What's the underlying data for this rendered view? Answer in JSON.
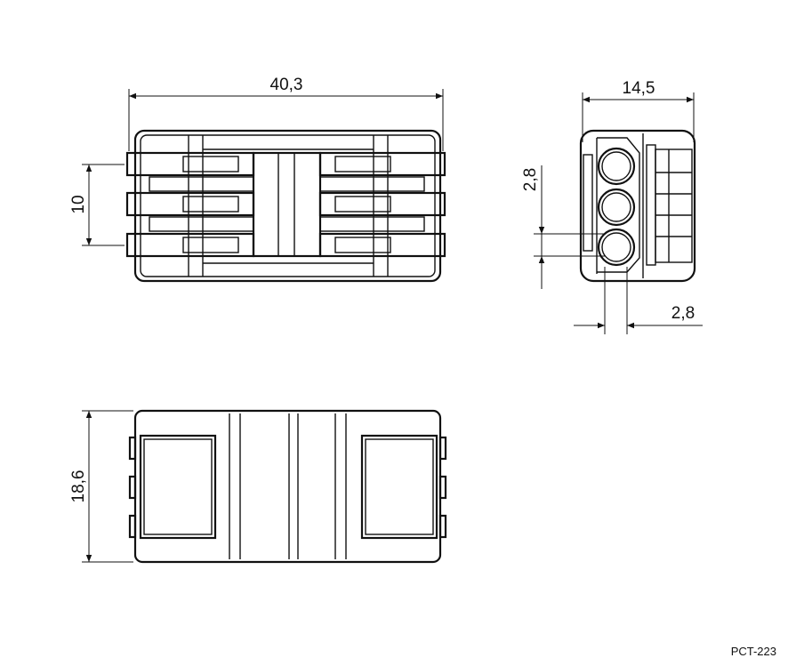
{
  "drawing": {
    "front_view": {
      "width_dim": "40,3",
      "pitch_dim": "10"
    },
    "side_view": {
      "width_dim": "14,5",
      "hole_dim_vertical": "2,8",
      "hole_dim_horizontal": "2,8"
    },
    "bottom_view": {
      "height_dim": "18,6"
    },
    "part_number": "PCT-223",
    "line_color": "#111111"
  }
}
